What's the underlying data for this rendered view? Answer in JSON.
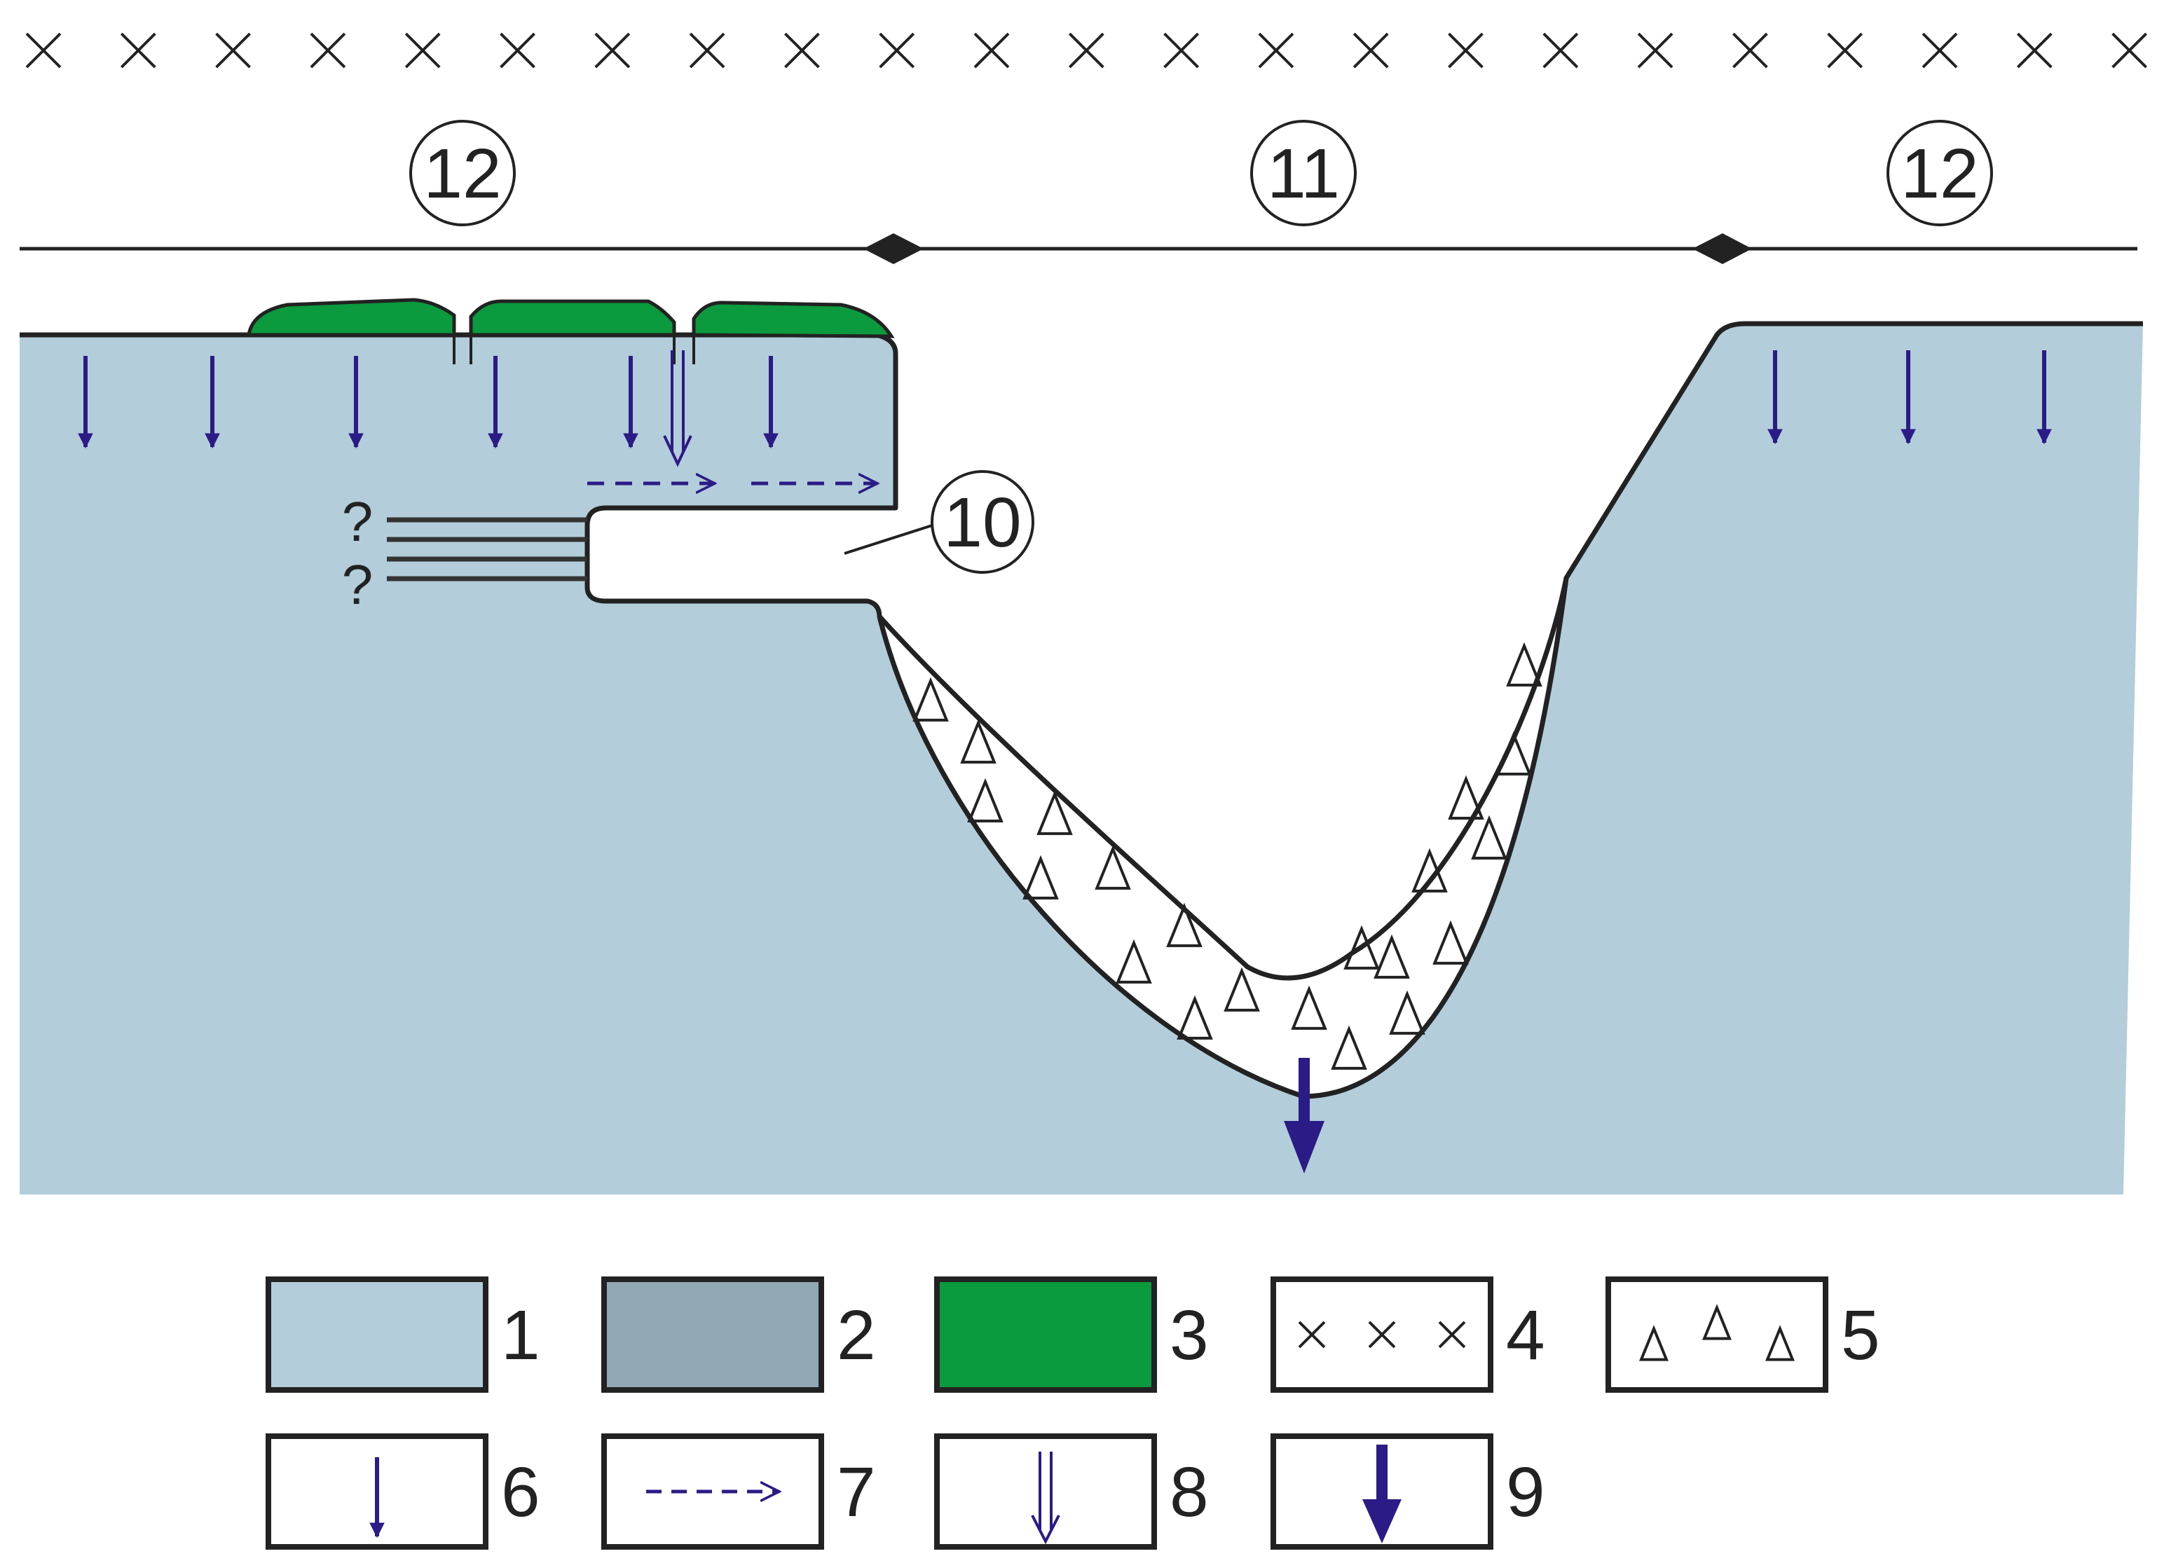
{
  "colors": {
    "rock": "#b3cdda",
    "clay": "#92a8b4",
    "vegetation": "#0b9a3d",
    "arrow": "#2b1b86",
    "outline": "#222222",
    "background": "#ffffff"
  },
  "zones": {
    "left": "12",
    "center": "11",
    "right": "12",
    "cave": "10"
  },
  "question_mark": "?",
  "legend": [
    {
      "number": "1",
      "swatch": "rock-fill"
    },
    {
      "number": "2",
      "swatch": "clay-fill"
    },
    {
      "number": "3",
      "swatch": "vegetation-fill"
    },
    {
      "number": "4",
      "swatch": "cross-pattern"
    },
    {
      "number": "5",
      "swatch": "triangle-pattern"
    },
    {
      "number": "6",
      "swatch": "thin-down-arrow-icon"
    },
    {
      "number": "7",
      "swatch": "dashed-right-arrow-icon"
    },
    {
      "number": "8",
      "swatch": "double-line-down-arrow-icon"
    },
    {
      "number": "9",
      "swatch": "thick-down-arrow-icon"
    }
  ]
}
